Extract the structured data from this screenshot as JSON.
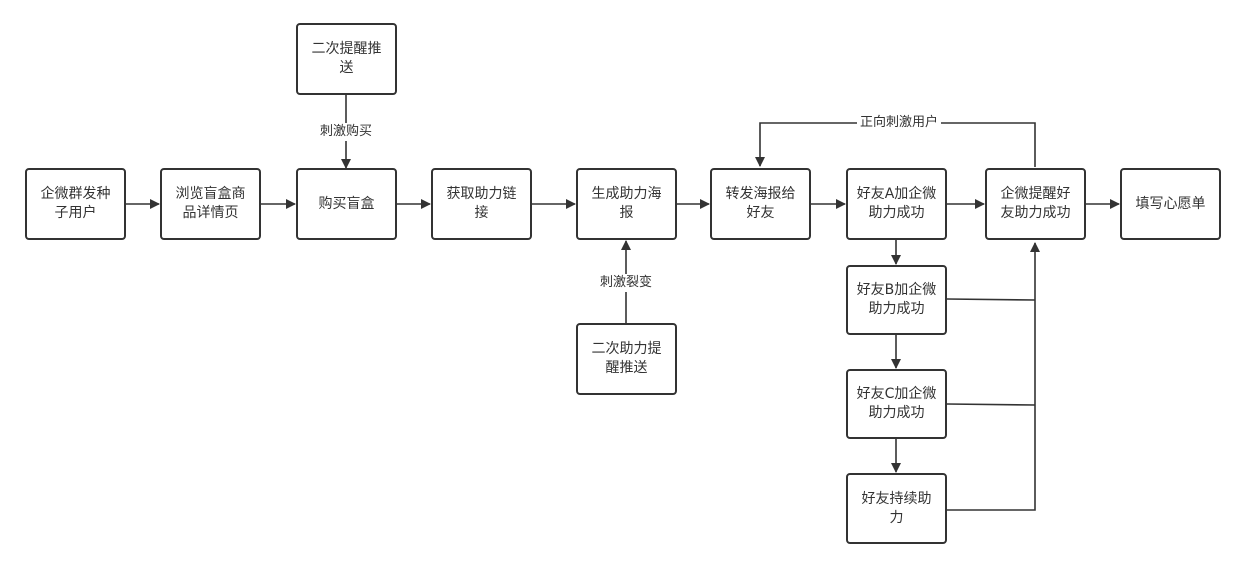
{
  "nodes": {
    "seed_users": "企微群发种子用户",
    "browse_detail": "浏览盲盒商品详情页",
    "buy_box": "购买盲盒",
    "get_link": "获取助力链接",
    "gen_poster": "生成助力海报",
    "forward_poster": "转发海报给好友",
    "friend_a": "好友A加企微助力成功",
    "remind_success": "企微提醒好友助力成功",
    "wish_list": "填写心愿单",
    "second_push": "二次提醒推送",
    "second_assist_push": "二次助力提醒推送",
    "friend_b": "好友B加企微助力成功",
    "friend_c": "好友C加企微助力成功",
    "friend_more": "好友持续助力"
  },
  "edge_labels": {
    "stimulate_buy": "刺激购买",
    "stimulate_fission": "刺激裂变",
    "positive_stimulus": "正向刺激用户"
  },
  "colors": {
    "stroke": "#333333",
    "text": "#333333",
    "background": "#ffffff"
  }
}
